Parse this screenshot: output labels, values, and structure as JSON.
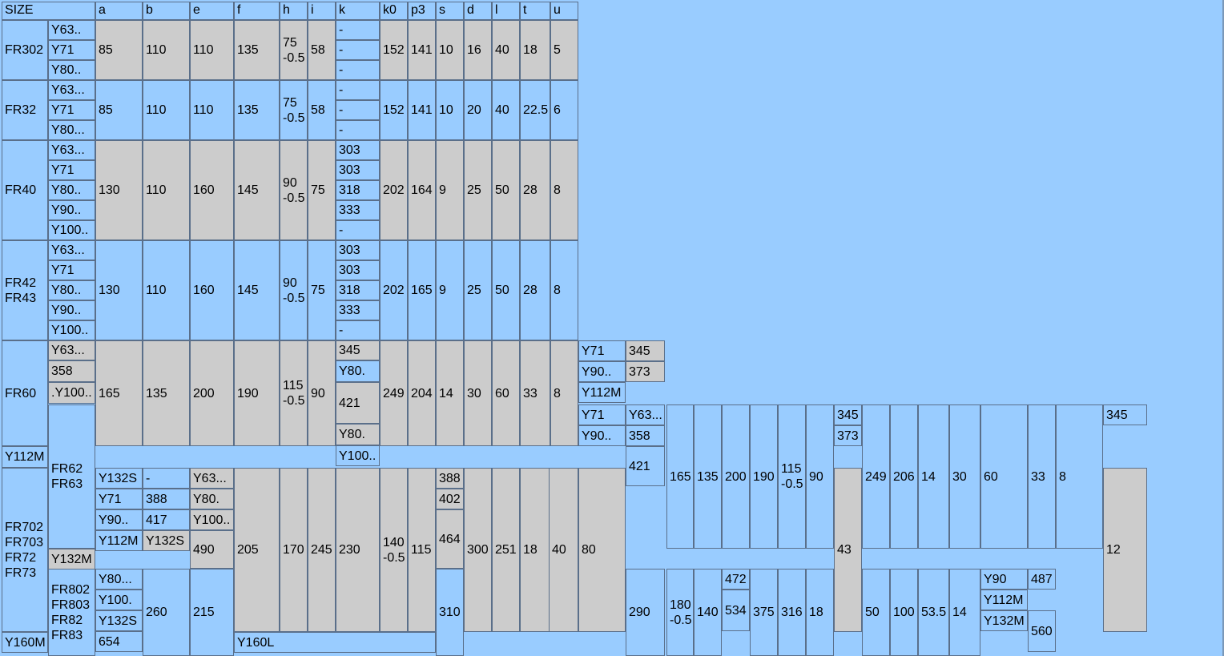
{
  "header": [
    "SIZE",
    "a",
    "b",
    "e",
    "f",
    "h",
    "i",
    "k",
    "k0",
    "p3",
    "s",
    "d",
    "l",
    "t",
    "u"
  ],
  "fr302": {
    "size": "FR302",
    "motors": [
      "Y63..",
      "Y71",
      "Y80.."
    ],
    "a": "85",
    "b": "110",
    "e": "110",
    "f": "135",
    "h": "75\n-0.5",
    "i": "58",
    "k": [
      "-",
      "-",
      "-"
    ],
    "k0": "152",
    "p3": "141",
    "s": "10",
    "d": "16",
    "l": "40",
    "t": "18",
    "u": "5"
  },
  "fr32": {
    "size": "FR32",
    "motors": [
      "Y63...",
      "Y71",
      "Y80..."
    ],
    "a": "85",
    "b": "110",
    "e": "110",
    "f": "135",
    "h": "75\n-0.5",
    "i": "58",
    "k": [
      "-",
      "-",
      "-"
    ],
    "k0": "152",
    "p3": "141",
    "s": "10",
    "d": "20",
    "l": "40",
    "t": "22.5",
    "u": "6"
  },
  "fr40": {
    "size": "FR40",
    "motors": [
      "Y63...",
      "Y71",
      "Y80..",
      "Y90..",
      "Y100.."
    ],
    "a": "130",
    "b": "110",
    "e": "160",
    "f": "145",
    "h": "90\n-0.5",
    "i": "75",
    "k": [
      "303",
      "303",
      "318",
      "333",
      "-"
    ],
    "k0": "202",
    "p3": "164",
    "s": "9",
    "d": "25",
    "l": "50",
    "t": "28",
    "u": "8"
  },
  "fr42": {
    "size": "FR42\nFR43",
    "motors": [
      "Y63...",
      "Y71",
      "Y80..",
      "Y90..",
      "Y100.."
    ],
    "a": "130",
    "b": "110",
    "e": "160",
    "f": "145",
    "h": "90\n-0.5",
    "i": "75",
    "k": [
      "303",
      "303",
      "318",
      "333",
      "-"
    ],
    "k0": "202",
    "p3": "165",
    "s": "9",
    "d": "25",
    "l": "50",
    "t": "28",
    "u": "8"
  },
  "fr60": {
    "size": "FR60",
    "motors": [
      "Y63...",
      "358",
      ".Y100.."
    ],
    "a": "165",
    "b": "135",
    "e": "200",
    "f": "190",
    "h": "115\n-0.5",
    "i": "90",
    "k": [
      "345",
      "Y80.",
      "421",
      "Y80.",
      "Y100.."
    ],
    "k0": "249",
    "p3": "204",
    "s": "14",
    "d": "30",
    "l": "60",
    "t": "33",
    "u": "8",
    "extra_motors": [
      "Y71",
      "Y90..",
      "Y112M"
    ],
    "extra_k": [
      "345",
      "373"
    ]
  },
  "fr62": {
    "size": "FR62\nFR63",
    "left": "Y112M",
    "motors": [
      "Y71",
      "Y90.."
    ],
    "k": [
      "Y63...",
      "358",
      "421"
    ],
    "a": "165",
    "b": "135",
    "e": "200",
    "f": "190",
    "h": "115\n-0.5",
    "i": "90",
    "k2": [
      "345",
      "373"
    ],
    "k0": "249",
    "p3": "206",
    "s": "14",
    "d": "30",
    "l": "60",
    "t": "33",
    "u": "8",
    "extra": "345"
  },
  "fr70": {
    "size": "FR702\nFR703\nFR72\nFR73",
    "a_col": [
      "Y132S",
      "Y71",
      "Y90..",
      "Y112M"
    ],
    "b_col": [
      "-",
      "388",
      "417",
      "Y132S"
    ],
    "e_col": [
      "Y63...",
      "Y80.",
      "Y100..",
      "490"
    ],
    "y132m": "Y132M",
    "f": "205",
    "h": "170",
    "i": "245",
    "k": "230",
    "k0": "140\n-0.5",
    "p3": "115",
    "s_col": [
      "388",
      "402",
      "464"
    ],
    "d": "300",
    "l": "251",
    "t": "18",
    "u": "40",
    "v": "80",
    "m": "43",
    "n": "12"
  },
  "fr80": {
    "size": "FR802\nFR803\nFR82\nFR83",
    "left": "Y160M",
    "a_col": [
      "Y80...",
      "Y100.",
      "Y132S",
      "654"
    ],
    "b": "260",
    "e": "215",
    "f_label": "Y160L",
    "s": "310",
    "p": "290",
    "q": "180\n-0.5",
    "r": "140",
    "k_col": [
      "472",
      "534"
    ],
    "w": [
      "375",
      "316",
      "18"
    ],
    "x": [
      "50",
      "100",
      "53.5",
      "14"
    ],
    "motors": [
      "Y90",
      "Y112M",
      "Y132M"
    ],
    "k_extra": [
      "487",
      "560"
    ]
  }
}
